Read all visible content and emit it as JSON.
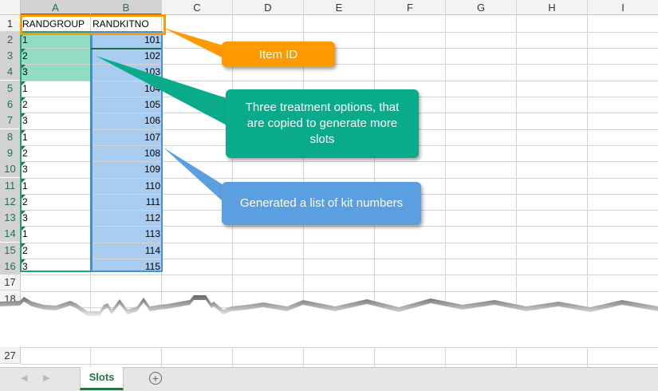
{
  "columns": [
    "A",
    "B",
    "C",
    "D",
    "E",
    "F",
    "G",
    "H",
    "I"
  ],
  "row_numbers": [
    "1",
    "2",
    "3",
    "4",
    "5",
    "6",
    "7",
    "8",
    "9",
    "10",
    "11",
    "12",
    "13",
    "14",
    "15",
    "16",
    "17",
    "18"
  ],
  "last_row_number": "27",
  "headers": {
    "a": "RANDGROUP",
    "b": "RANDKITNO"
  },
  "rows": [
    [
      "1",
      "101"
    ],
    [
      "2",
      "102"
    ],
    [
      "3",
      "103"
    ],
    [
      "1",
      "104"
    ],
    [
      "2",
      "105"
    ],
    [
      "3",
      "106"
    ],
    [
      "1",
      "107"
    ],
    [
      "2",
      "108"
    ],
    [
      "3",
      "109"
    ],
    [
      "1",
      "110"
    ],
    [
      "2",
      "111"
    ],
    [
      "3",
      "112"
    ],
    [
      "1",
      "113"
    ],
    [
      "2",
      "114"
    ],
    [
      "3",
      "115"
    ]
  ],
  "callouts": {
    "item_id": "Item ID",
    "treatment": "Three treatment options, that are copied to generate more slots",
    "kit": "Generated a list of kit numbers"
  },
  "colors": {
    "orange": "#ff9900",
    "teal": "#0aab8a",
    "blue": "#5b9fe0",
    "green_fill": "#92dcc6",
    "blue_fill": "#a9cdf0"
  },
  "tabs": {
    "sheet": "Slots",
    "add_icon": "plus-circle-icon"
  }
}
